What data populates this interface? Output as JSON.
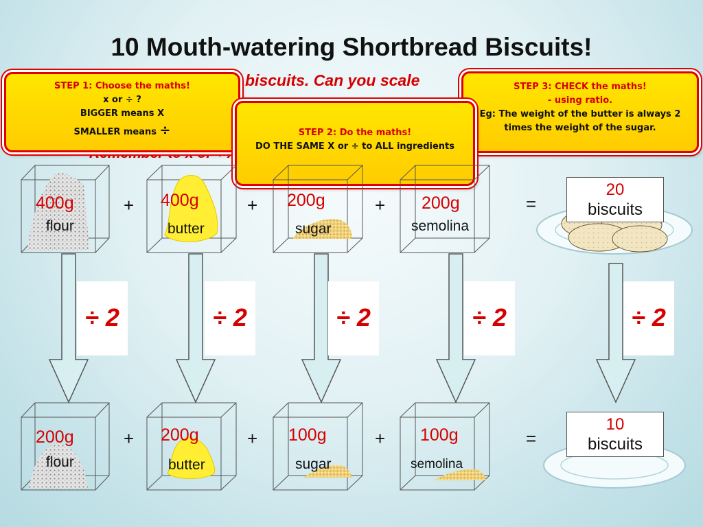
{
  "title": "10 Mouth-watering Shortbread Biscuits!",
  "subtitle_visible": "biscuits. Can you scale",
  "remember_visible": "Remember to x or ÷ ALL",
  "steps": {
    "step1": {
      "heading": "STEP 1: Choose the maths!",
      "line1": "x or ÷ ?",
      "line2": "BIGGER means X",
      "line3": "SMALLER means",
      "symbol": "÷"
    },
    "step2": {
      "heading": "STEP 2: Do the maths!",
      "line1": "DO THE SAME X or ÷ to ALL ingredients"
    },
    "step3": {
      "heading": "STEP 3: CHECK the maths!",
      "line1": "- using ratio.",
      "line2": "Eg: The weight of the butter is always 2 times the weight of the sugar."
    }
  },
  "top_row": {
    "ingredients": [
      {
        "amount": "400g",
        "name": "flour"
      },
      {
        "amount": "400g",
        "name": "butter"
      },
      {
        "amount": "200g",
        "name": "sugar"
      },
      {
        "amount": "200g",
        "name": "semolina"
      }
    ],
    "result": {
      "number": "20",
      "label": "biscuits"
    }
  },
  "bottom_row": {
    "ingredients": [
      {
        "amount": "200g",
        "name": "flour"
      },
      {
        "amount": "200g",
        "name": "butter"
      },
      {
        "amount": "100g",
        "name": "sugar"
      },
      {
        "amount": "100g",
        "name": "semolina"
      }
    ],
    "result": {
      "number": "10",
      "label": "biscuits"
    }
  },
  "operators": {
    "plus": "+",
    "equals": "="
  },
  "divide_labels": [
    "÷ 2",
    "÷ 2",
    "÷ 2",
    "÷ 2",
    "÷ 2"
  ],
  "colors": {
    "accent_red": "#d60000",
    "step_yellow": "#ffd700",
    "butter": "#ffee33",
    "sugar": "#f1d27a",
    "arrow_fill": "#d8eff2"
  }
}
